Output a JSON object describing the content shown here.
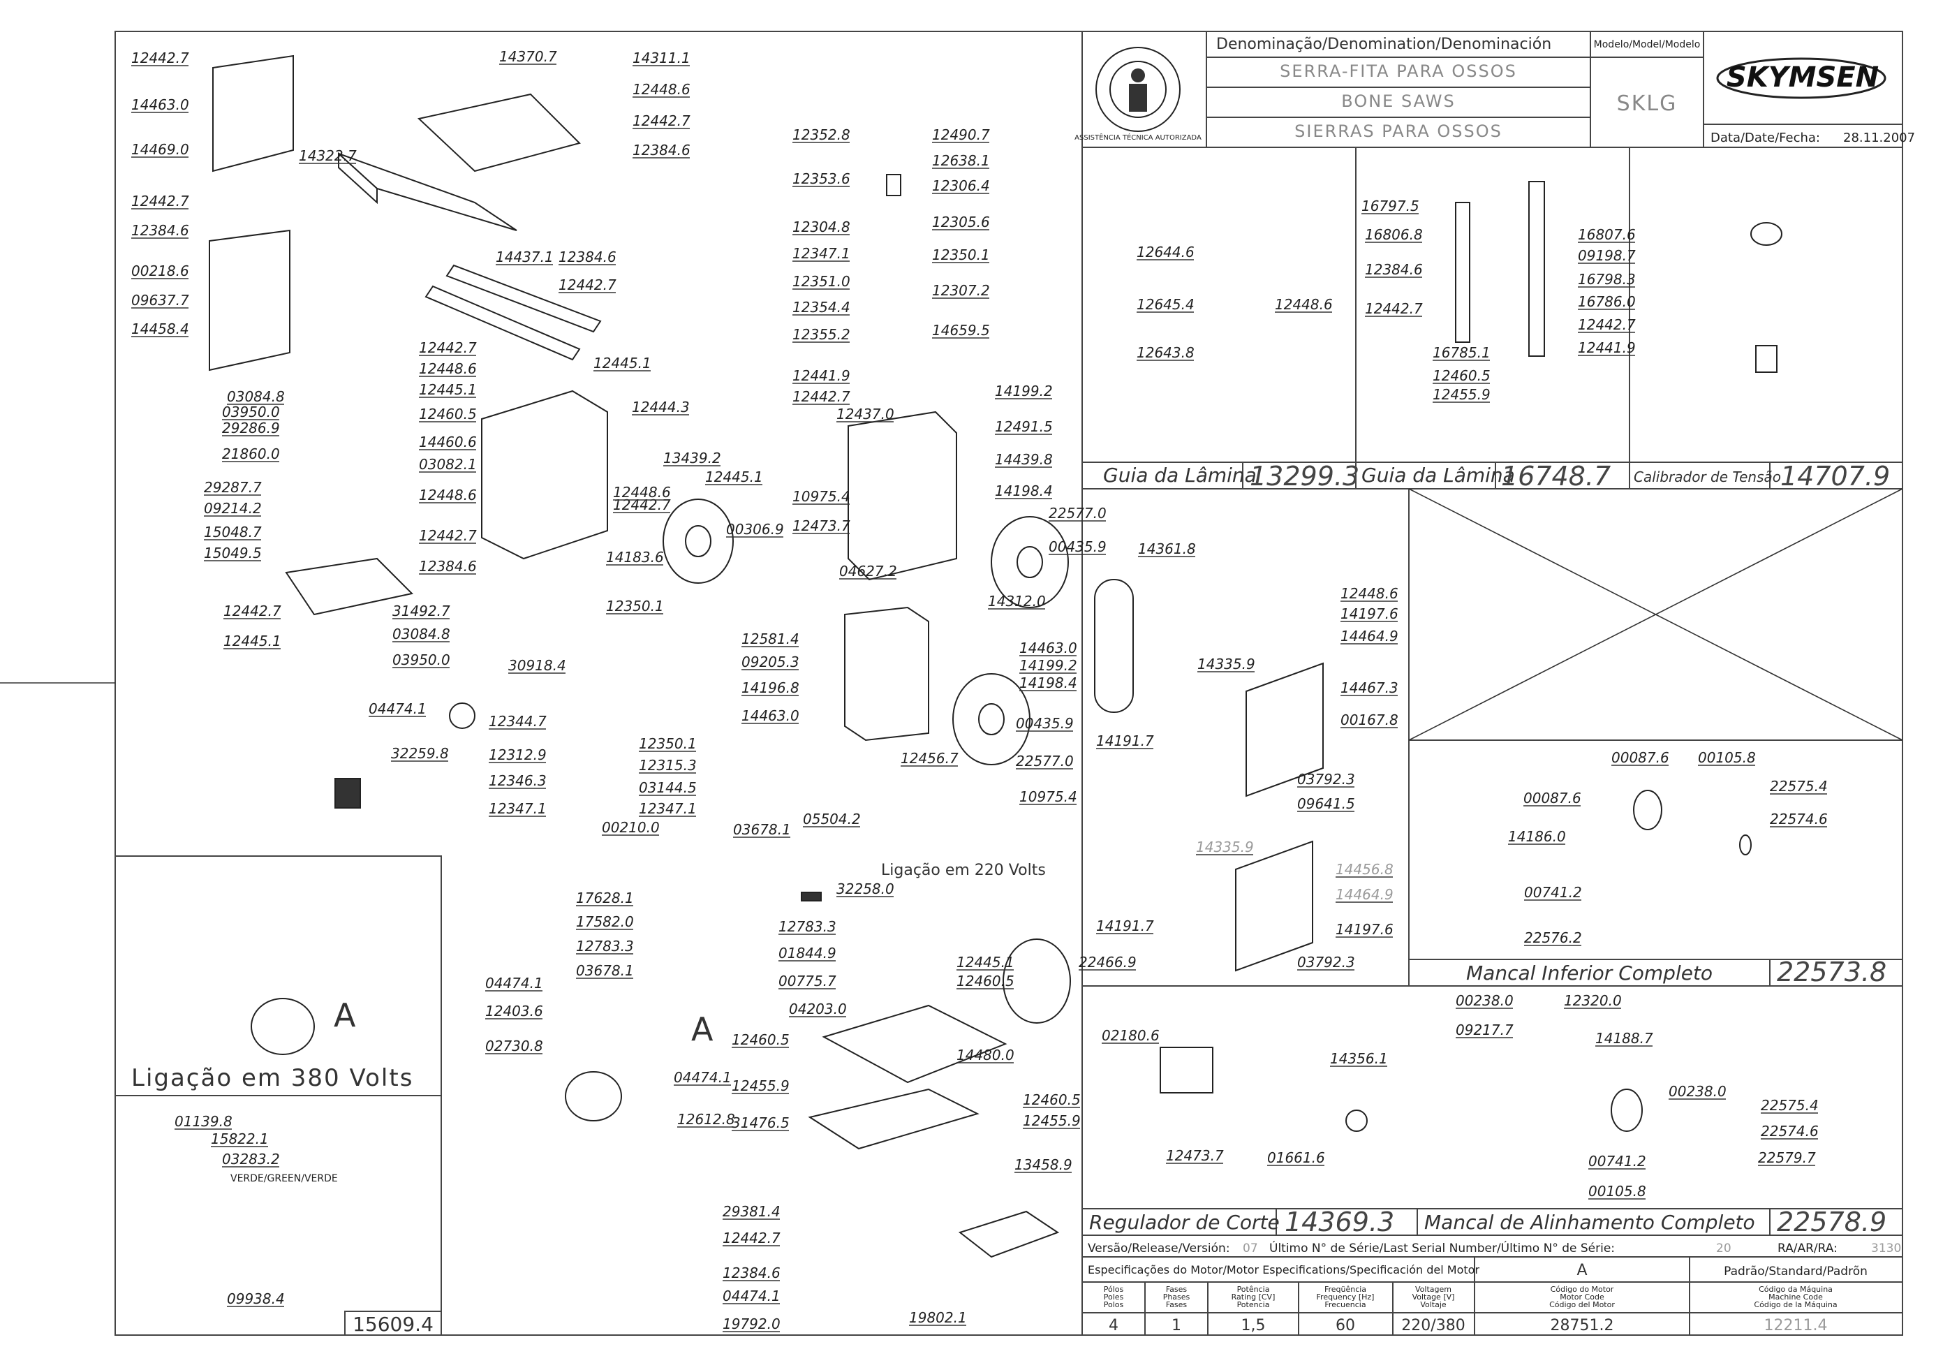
{
  "title_block": {
    "denomination_header": "Denominação/Denomination/Denominación",
    "name_pt": "SERRA-FITA PARA OSSOS",
    "name_en": "BONE SAWS",
    "name_es": "SIERRAS PARA OSSOS",
    "model_header": "Modelo/Model/Modelo",
    "model": "SKLG",
    "brand": "SKYMSEN",
    "date_label": "Data/Date/Fecha:",
    "date": "28.11.2007",
    "seal_text": "ASSISTÊNCIA TÉCNICA AUTORIZADA"
  },
  "sub_assemblies": [
    {
      "label": "Guia da Lâmina",
      "code": "13299.3"
    },
    {
      "label": "Guia da Lâmina",
      "code": "16748.7"
    },
    {
      "label": "Calibrador de Tensão",
      "code": "14707.9"
    },
    {
      "label": "Mancal Inferior Completo",
      "code": "22573.8"
    },
    {
      "label": "Regulador de Corte",
      "code": "14369.3"
    },
    {
      "label": "Mancal de Alinhamento Completo",
      "code": "22578.9"
    }
  ],
  "wiring": {
    "v220": "Ligação em 220 Volts",
    "v380": "Ligação em 380 Volts",
    "letter_a": "A",
    "verde": "VERDE/GREEN/VERDE",
    "box_code": "15609.4"
  },
  "release": {
    "version_label": "Versão/Release/Versión:",
    "version": "07",
    "serial_label": "Último N° de Série/Last Serial Number/Último N° de Série:",
    "serial": "20",
    "ra_label": "RA/AR/RA:",
    "ra": "3130"
  },
  "motor_spec": {
    "header": "Especificações do Motor/Motor Especifications/Specificación del Motor",
    "col_a": "A",
    "col_std": "Padrão/Standard/Padrõn",
    "cols": [
      {
        "h1": "Pólos",
        "h2": "Poles",
        "h3": "Polos",
        "value": "4"
      },
      {
        "h1": "Fases",
        "h2": "Phases",
        "h3": "Fases",
        "value": "1"
      },
      {
        "h1": "Potência",
        "h2": "Rating [CV]",
        "h3": "Potencia",
        "value": "1,5"
      },
      {
        "h1": "Freqüência",
        "h2": "Frequency [Hz]",
        "h3": "Frecuencia",
        "value": "60"
      },
      {
        "h1": "Voltagem",
        "h2": "Voltage [V]",
        "h3": "Voltaje",
        "value": "220/380"
      },
      {
        "h1": "Código do Motor",
        "h2": "Motor Code",
        "h3": "Código del Motor",
        "value": "28751.2"
      },
      {
        "h1": "Código da Máquina",
        "h2": "Machine Code",
        "h3": "Código de la Máquina",
        "value": "12211.4"
      }
    ]
  },
  "part_labels": [
    "12442.7",
    "14463.0",
    "14469.0",
    "14370.7",
    "14311.1",
    "12448.6",
    "12442.7",
    "12384.6",
    "14322.7",
    "12442.7",
    "12384.6",
    "00218.6",
    "09637.7",
    "14458.4",
    "14437.1",
    "12384.6",
    "12442.7",
    "12442.7",
    "12448.6",
    "12445.1",
    "12460.5",
    "14460.6",
    "03082.1",
    "12448.6",
    "12442.7",
    "12384.6",
    "12448.6",
    "12442.7",
    "03084.8",
    "03950.0",
    "29286.9",
    "21860.0",
    "29287.7",
    "09214.2",
    "15048.7",
    "15049.5",
    "12442.7",
    "12445.1",
    "31492.7",
    "03084.8",
    "03950.0",
    "04474.1",
    "12445.1",
    "12444.3",
    "13439.2",
    "12445.1",
    "00306.9",
    "14183.6",
    "12350.1",
    "12352.8",
    "12490.7",
    "12638.1",
    "12353.6",
    "12306.4",
    "12304.8",
    "12305.6",
    "12347.1",
    "12350.1",
    "12351.0",
    "12307.2",
    "12354.4",
    "12355.2",
    "14659.5",
    "12441.9",
    "12442.7",
    "12437.0",
    "14199.2",
    "12491.5",
    "14439.8",
    "14198.4",
    "10975.4",
    "12473.7",
    "22577.0",
    "00435.9",
    "04627.2",
    "14312.0",
    "12581.4",
    "09205.3",
    "14196.8",
    "14463.0",
    "14463.0",
    "14199.2",
    "14198.4",
    "00435.9",
    "22577.0",
    "12456.7",
    "10975.4",
    "14361.8",
    "30918.4",
    "32259.8",
    "12344.7",
    "12312.9",
    "12346.3",
    "12347.1",
    "12350.1",
    "12315.3",
    "03144.5",
    "12347.1",
    "00210.0",
    "03678.1",
    "05504.2",
    "32258.0",
    "17628.1",
    "17582.0",
    "12783.3",
    "12783.3",
    "01844.9",
    "00775.7",
    "03678.1",
    "04474.1",
    "12403.6",
    "02730.8",
    "04203.0",
    "04474.1",
    "12612.8",
    "12445.1",
    "12460.5",
    "22466.9",
    "12460.5",
    "14480.0",
    "12455.9",
    "31476.5",
    "12460.5",
    "12455.9",
    "13458.9",
    "29381.4",
    "12442.7",
    "12384.6",
    "04474.1",
    "19792.0",
    "19802.1",
    "12644.6",
    "12645.4",
    "12448.6",
    "12643.8",
    "16797.5",
    "16806.8",
    "12384.6",
    "12442.7",
    "16807.6",
    "09198.7",
    "16798.3",
    "16786.0",
    "12442.7",
    "12441.9",
    "16785.1",
    "12460.5",
    "12455.9",
    "14335.9",
    "12448.6",
    "14197.6",
    "14464.9",
    "14467.3",
    "00167.8",
    "03792.3",
    "09641.5",
    "14191.7",
    "14335.9",
    "14456.8",
    "14464.9",
    "14197.6",
    "03792.3",
    "14191.7",
    "00087.6",
    "00105.8",
    "00087.6",
    "22575.4",
    "22574.6",
    "14186.0",
    "00741.2",
    "22576.2",
    "02180.6",
    "14356.1",
    "12473.7",
    "01661.6",
    "00238.0",
    "12320.0",
    "09217.7",
    "14188.7",
    "00238.0",
    "22575.4",
    "22574.6",
    "00741.2",
    "22579.7",
    "00105.8",
    "01139.8",
    "15822.1",
    "03283.2",
    "09938.4"
  ]
}
